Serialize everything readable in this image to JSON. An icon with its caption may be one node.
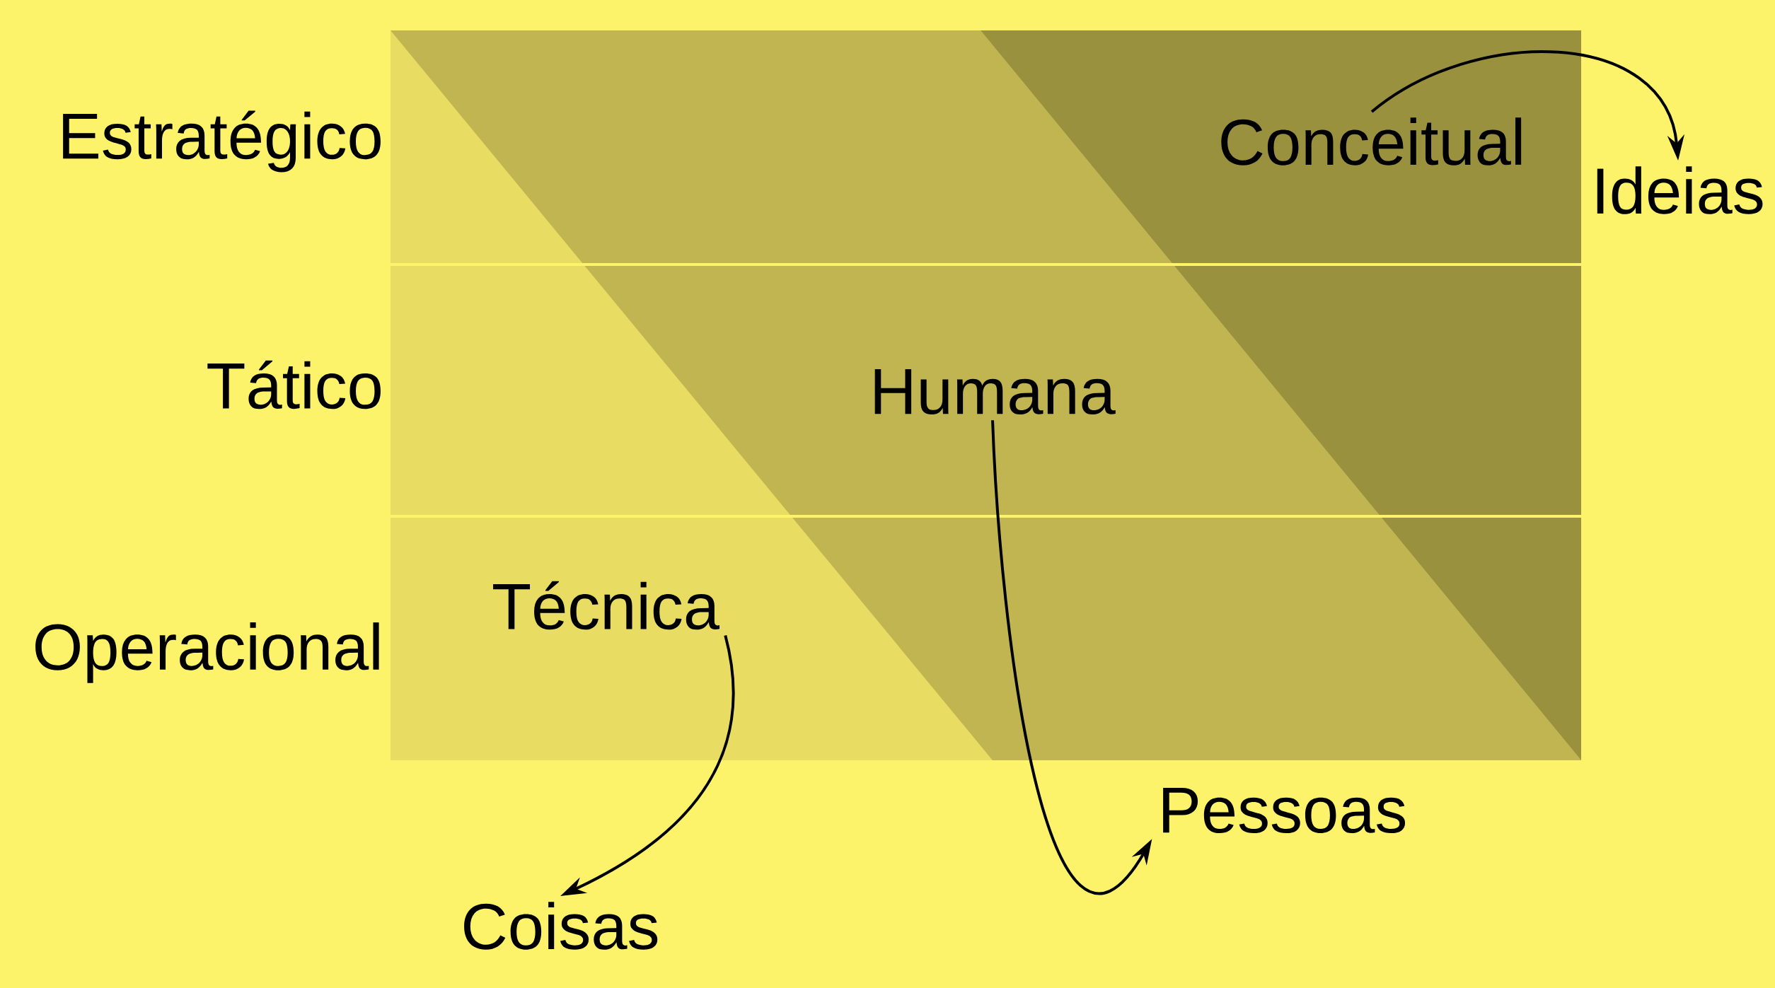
{
  "diagram": {
    "nodes": [
      {
        "text": [
          "Conceitual"
        ]
      },
      {
        "text": [
          "Humana"
        ]
      },
      {
        "text": [
          "Técnica"
        ]
      },
      {
        "text": [
          "Ideias"
        ]
      },
      {
        "text": [
          "Pessoas"
        ]
      },
      {
        "text": [
          "Coisas"
        ]
      }
    ],
    "edges": [
      {
        "from": 0,
        "to": 3,
        "arrow": "to"
      },
      {
        "from": 1,
        "to": 4,
        "arrow": "to"
      },
      {
        "from": 2,
        "to": 5,
        "arrow": "to"
      }
    ],
    "labels": [
      "Estratégico",
      "Tático",
      "Operacional"
    ]
  }
}
